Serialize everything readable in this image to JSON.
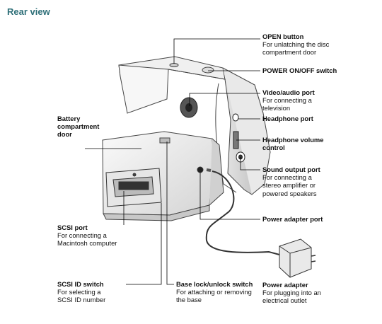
{
  "title": "Rear view",
  "callouts": {
    "open_button": {
      "name": "OPEN button",
      "desc": [
        "For unlatching the disc",
        "compartment door"
      ]
    },
    "power_switch": {
      "name": "POWER ON/OFF switch"
    },
    "video_audio_port": {
      "name": "Video/audio port",
      "desc": [
        "For connecting a",
        "television"
      ]
    },
    "headphone_port": {
      "name": "Headphone port"
    },
    "headphone_volume": {
      "name": [
        "Headphone volume",
        "control"
      ]
    },
    "sound_output_port": {
      "name": "Sound output port",
      "desc": [
        "For connecting a",
        "stereo amplifier or",
        "powered speakers"
      ]
    },
    "power_adapter_port": {
      "name": "Power adapter port"
    },
    "power_adapter": {
      "name": "Power adapter",
      "desc": [
        "For plugging into an",
        "electrical outlet"
      ]
    },
    "battery_door": {
      "name": [
        "Battery",
        "compartment",
        "door"
      ]
    },
    "scsi_port": {
      "name": "SCSI port",
      "desc": [
        "For connecting a",
        "Macintosh computer"
      ]
    },
    "scsi_id_switch": {
      "name": "SCSI ID switch",
      "desc": [
        "For selecting a",
        "SCSI ID number"
      ]
    },
    "base_lock_switch": {
      "name": "Base lock/unlock switch",
      "desc": [
        "For attaching or removing",
        "the base"
      ]
    }
  },
  "colors": {
    "title": "#2e6f78",
    "device_light": "#f4f4f4",
    "device_shade": "#d9d9d9",
    "port_dark": "#333333"
  }
}
